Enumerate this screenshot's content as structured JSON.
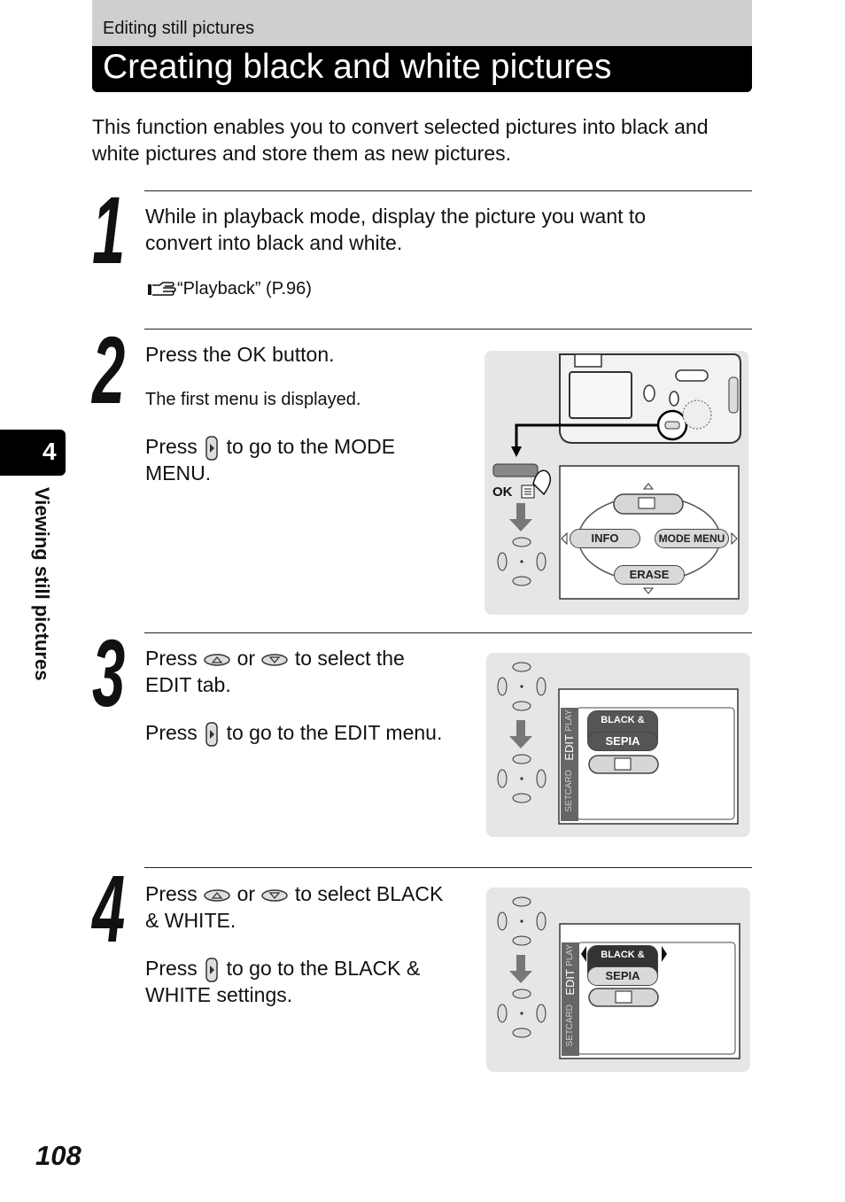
{
  "header": {
    "section": "Editing still pictures",
    "title": "Creating black and white pictures"
  },
  "intro": "This function enables you to convert selected pictures into black and white pictures and store them as new pictures.",
  "side_tab": {
    "number": "4",
    "label": "Viewing still pictures"
  },
  "page_number": "108",
  "steps": [
    {
      "num": "1",
      "lines": [
        "While in playback mode, display the picture you want to",
        "convert into black and white."
      ],
      "ref": "“Playback” (P.96)"
    },
    {
      "num": "2",
      "main": "Press the OK button.",
      "sub": "The first menu is displayed.",
      "press": "Press",
      "press_rest_1": "to go to the MODE",
      "press_rest_2": "MENU."
    },
    {
      "num": "3",
      "press": "Press",
      "or": "or",
      "rest_1": "to select the",
      "rest_2": "EDIT tab.",
      "press2_rest": "to go to the EDIT menu."
    },
    {
      "num": "4",
      "press": "Press",
      "or": "or",
      "rest_1": "to select BLACK",
      "rest_2": "& WHITE.",
      "press2_rest_1": "to go to the BLACK &",
      "press2_rest_2": "WHITE settings."
    }
  ],
  "illustration": {
    "ok_label": "OK",
    "menu": {
      "info": "INFO",
      "mode_menu": "MODE MENU",
      "erase": "ERASE"
    },
    "edit_tabs": {
      "play": "PLAY",
      "edit": "EDIT",
      "set": "SET",
      "card": "CARD"
    },
    "edit_items": {
      "bw": "BLACK & WHITE",
      "sepia": "SEPIA"
    }
  }
}
